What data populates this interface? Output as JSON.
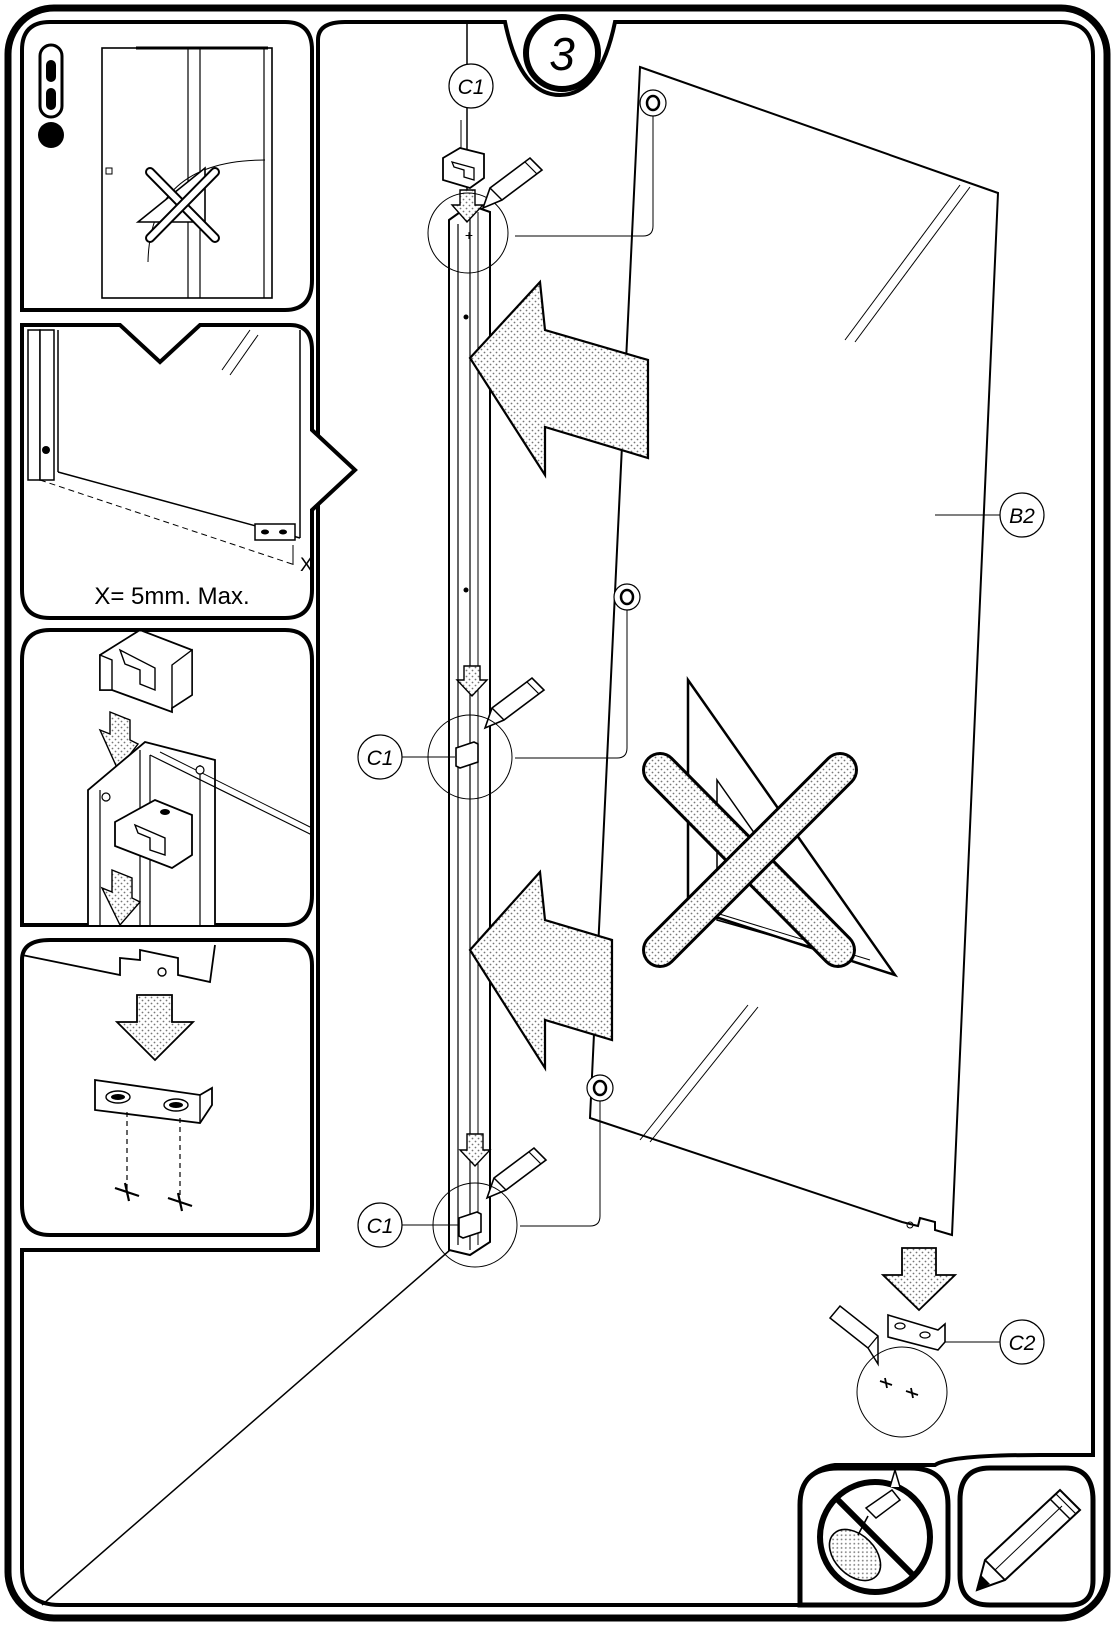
{
  "step_number": "3",
  "labels": {
    "c1_top": "C1",
    "c1_mid": "C1",
    "c1_bottom": "C1",
    "b2": "B2",
    "c2": "C2"
  },
  "tolerance_note": "X= 5mm. Max.",
  "gap_marker": "X",
  "colors": {
    "line": "#000000",
    "paper": "#ffffff",
    "dots": "#cfcfcf"
  },
  "icons": [
    "no-cleaning-spray-icon",
    "pencil-icon",
    "do-not-use-square-icon"
  ]
}
